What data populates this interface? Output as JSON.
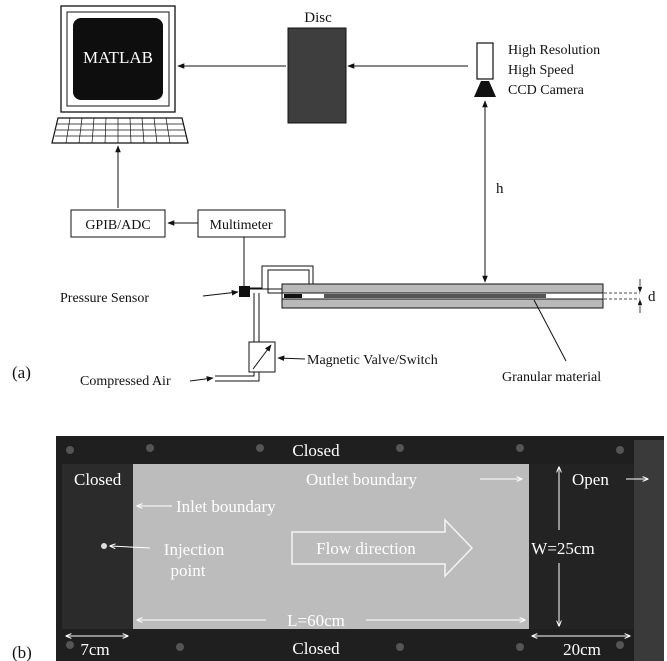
{
  "panel_a": {
    "label": "(a)",
    "computer": {
      "screen_text": "MATLAB"
    },
    "disc": {
      "label": "Disc"
    },
    "camera": {
      "line1": "High Resolution",
      "line2": "High Speed",
      "line3": "CCD Camera"
    },
    "gpib": {
      "label": "GPIB/ADC"
    },
    "multimeter": {
      "label": "Multimeter"
    },
    "pressure_sensor": {
      "label": "Pressure Sensor"
    },
    "valve": {
      "label": "Magnetic Valve/Switch"
    },
    "compressed_air": {
      "label": "Compressed Air"
    },
    "granular": {
      "label": "Granular material"
    },
    "h_label": "h",
    "d_label": "d"
  },
  "panel_b": {
    "label": "(b)",
    "closed_top": "Closed",
    "closed_left": "Closed",
    "outlet": "Outlet boundary",
    "open": "Open",
    "inlet": "Inlet boundary",
    "injection_line1": "Injection",
    "injection_line2": "point",
    "flow": "Flow direction",
    "width": "W=25cm",
    "length": "L=60cm",
    "left_dim": "7cm",
    "closed_bottom": "Closed",
    "right_dim": "20cm"
  },
  "colors": {
    "line": "#111111",
    "disc_fill": "#3e3e3e",
    "screen_fill": "#0e0e0e",
    "cell_gray": "#b9b9b9",
    "photo_frame": "#1f1f1f",
    "photo_plate": "#bcbcbc",
    "photo_dark": "#232323",
    "arrow_white": "#f4f4f4"
  }
}
